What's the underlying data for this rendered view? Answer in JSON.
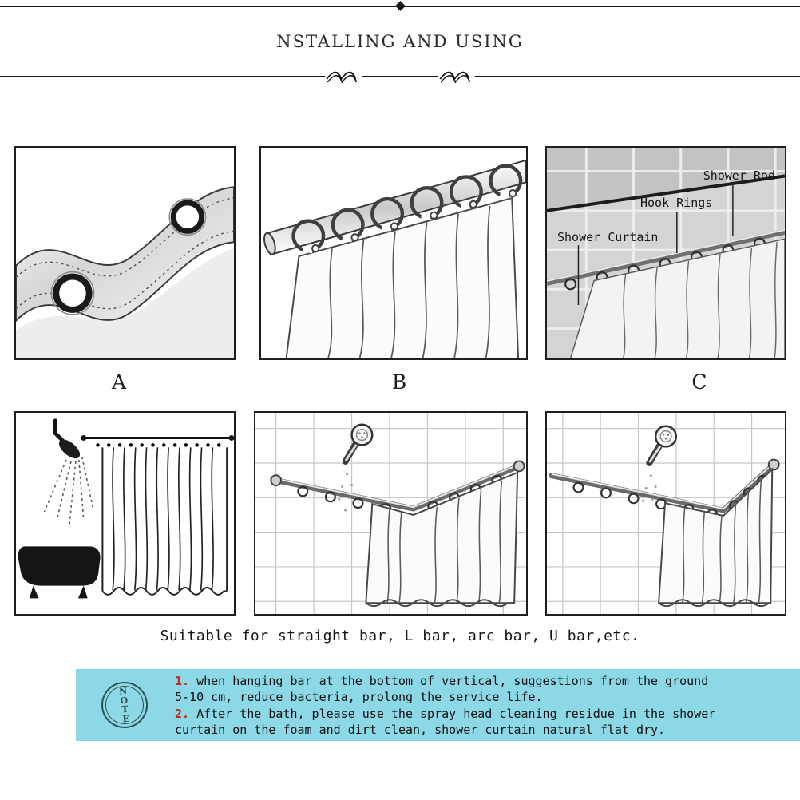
{
  "header": {
    "title": "NSTALLING AND USING"
  },
  "steps": {
    "a": "A",
    "b": "B",
    "c": "C"
  },
  "panelC": {
    "rod_label": "Shower Rod",
    "rings_label": "Hook Rings",
    "curtain_label": "Shower Curtain"
  },
  "caption": "Suitable for straight bar, L bar, arc bar, U bar,etc.",
  "note": {
    "stamp": [
      "N",
      "O",
      "T",
      "E"
    ],
    "items": [
      {
        "num": "1.",
        "text": "when hanging bar at the bottom of vertical, suggestions from the ground 5-10 cm, reduce bacteria, prolong the service life."
      },
      {
        "num": "2.",
        "text": "After the bath, please use the spray head cleaning residue in the shower curtain on the foam and dirt clean, shower curtain natural flat dry."
      }
    ]
  },
  "colors": {
    "note_bg": "#8cd8e6",
    "note_number_red": "#c0281c",
    "ink": "#1c1c1c"
  }
}
